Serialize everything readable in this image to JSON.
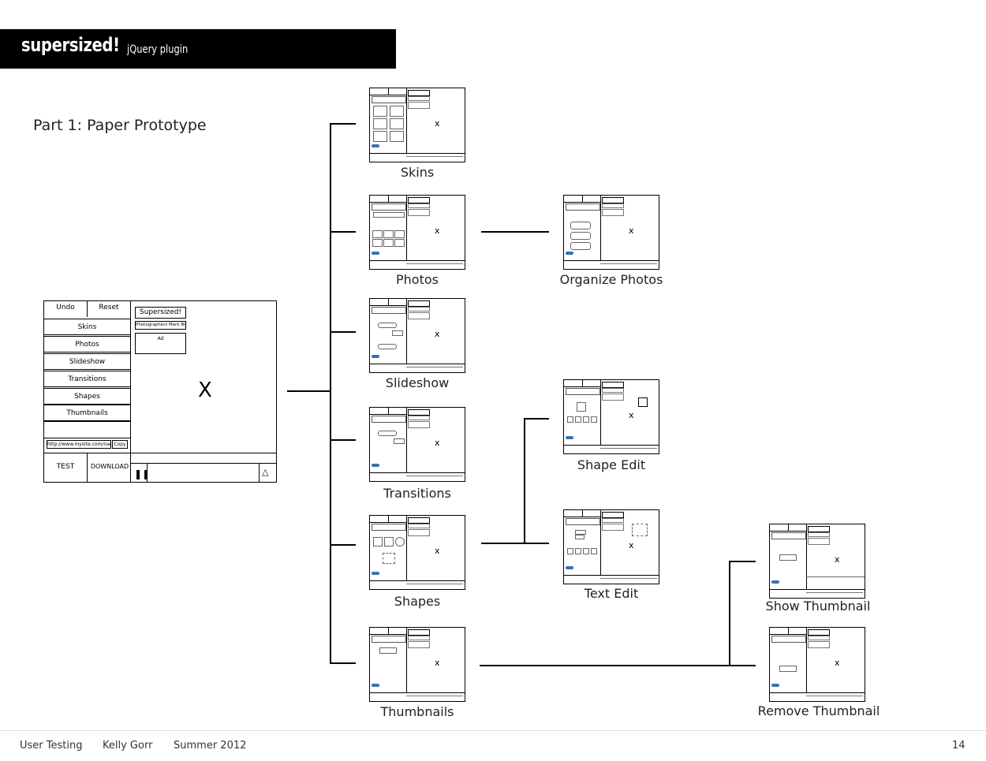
{
  "brand": {
    "name": "supersized",
    "exclaim": "!",
    "sub": "jQuery plugin"
  },
  "heading": "Part 1: Paper Prototype",
  "main_sketch": {
    "undo": "Undo",
    "reset": "Reset",
    "menu": [
      "Skins",
      "Photos",
      "Slideshow",
      "Transitions",
      "Shapes",
      "Thumbnails"
    ],
    "url": "http://www.mysite.com/name",
    "copy": "Copy",
    "test": "TEST",
    "download": "DOWNLOAD",
    "title_box": "Supersized!",
    "credit_box": "Photographers Mark Brock",
    "ad_box": "Ad",
    "x": "X"
  },
  "screens": {
    "skins": "Skins",
    "photos": "Photos",
    "organize_photos": "Organize Photos",
    "slideshow": "Slideshow",
    "transitions": "Transitions",
    "shape_edit": "Shape Edit",
    "shapes": "Shapes",
    "text_edit": "Text Edit",
    "thumbnails": "Thumbnails",
    "show_thumbnail": "Show Thumbnail",
    "remove_thumbnail": "Remove Thumbnail"
  },
  "mini_x": "x",
  "footer": {
    "topic": "User Testing",
    "author": "Kelly Gorr",
    "term": "Summer 2012",
    "page": "14"
  }
}
